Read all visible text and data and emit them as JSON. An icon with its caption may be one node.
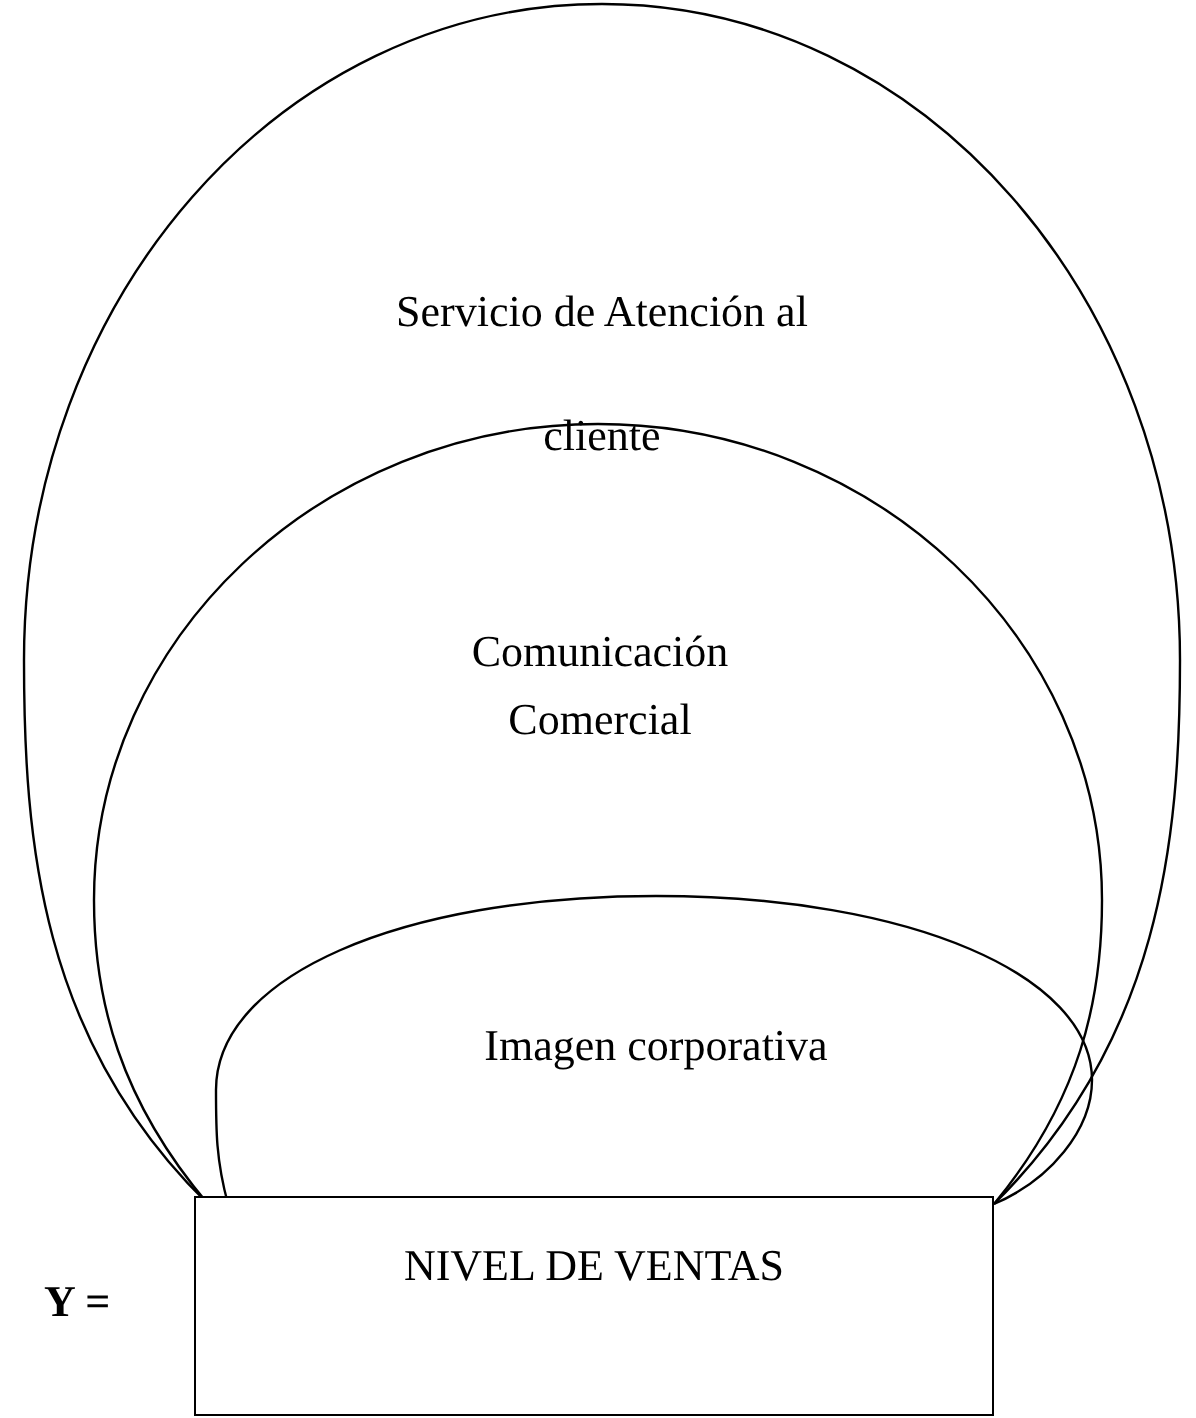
{
  "diagram": {
    "nodes": [
      {
        "text": [
          "Servicio de Atención al cliente"
        ]
      },
      {
        "text": [
          "Comunicación Comercial"
        ],
        "in": 0
      },
      {
        "text": [
          "Imagen corporativa"
        ],
        "in": 1
      },
      {
        "text": [
          "NIVEL DE VENTAS"
        ]
      }
    ],
    "labels": [
      "Y ="
    ]
  }
}
